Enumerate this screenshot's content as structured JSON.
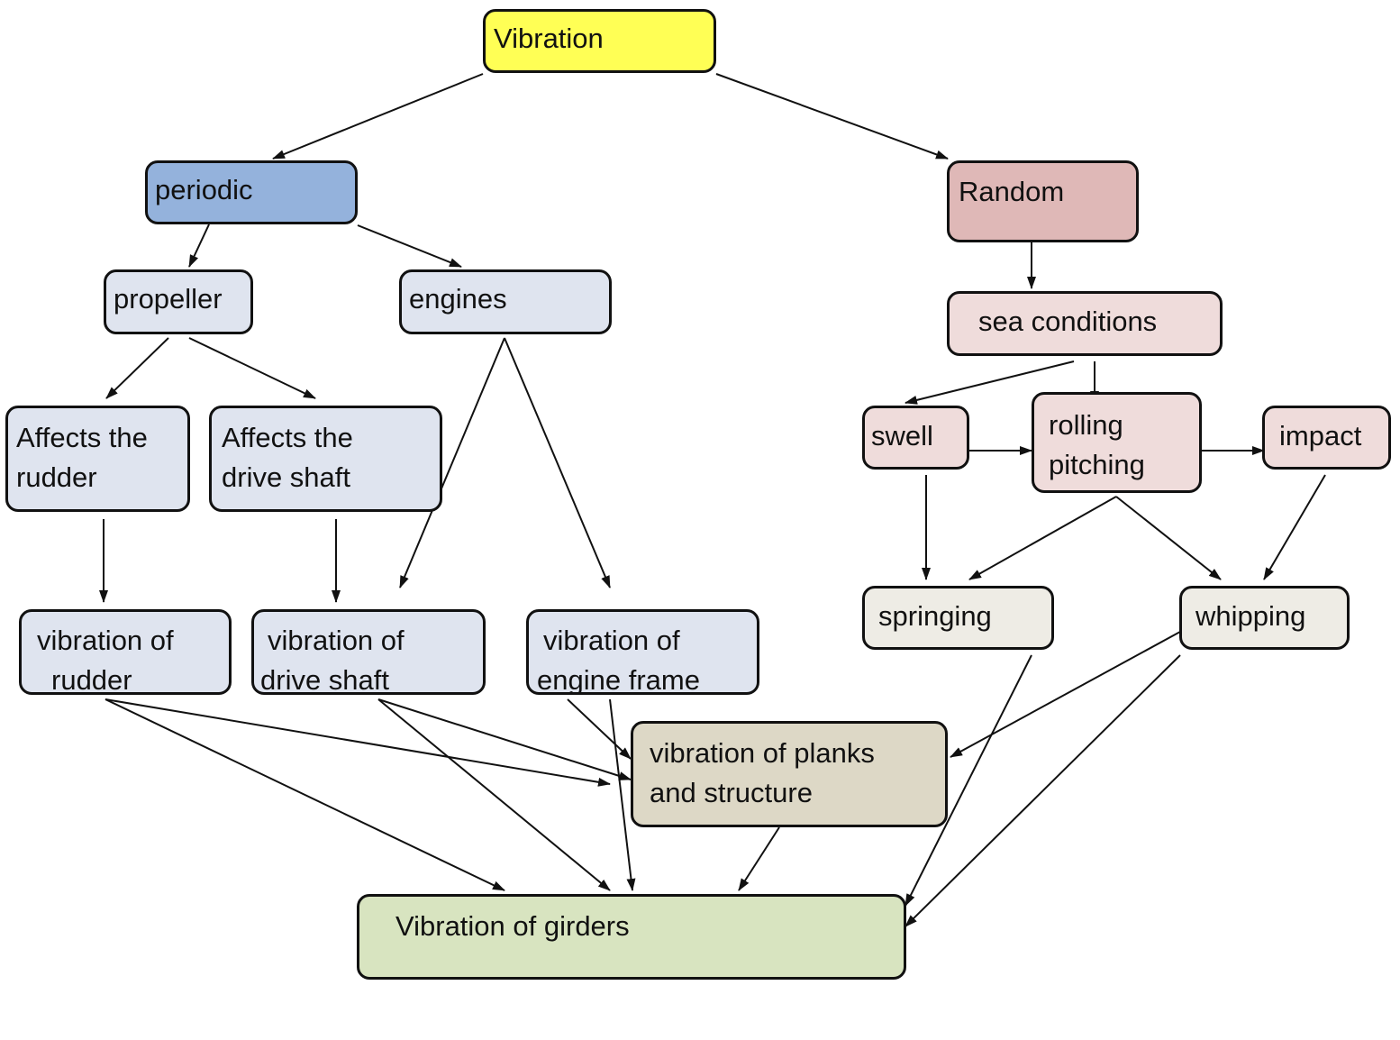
{
  "colors": {
    "vibration": "#ffff55",
    "periodic": "#94b2dc",
    "periodic_child": "#dfe4ef",
    "random": "#dfb8b7",
    "random_child": "#efdcdb",
    "response": "#eeece5",
    "planks": "#ddd8c6",
    "girders": "#d8e4c0",
    "border": "#111111"
  },
  "nodes": {
    "vibration": "Vibration",
    "periodic": "periodic",
    "random": "Random",
    "propeller": "propeller",
    "engines": "engines",
    "sea_conditions": "sea conditions",
    "affects_rudder": [
      "Affects the",
      "rudder"
    ],
    "affects_drive_shaft": [
      "Affects the",
      "drive shaft"
    ],
    "swell": "swell",
    "rolling_pitching": [
      "rolling",
      "pitching"
    ],
    "impact": "impact",
    "vibration_rudder": [
      "vibration of",
      "rudder"
    ],
    "vibration_drive_shaft": [
      "vibration of",
      "drive shaft"
    ],
    "vibration_engine_frame": [
      "vibration of",
      "engine frame"
    ],
    "springing": "springing",
    "whipping": "whipping",
    "vibration_planks": [
      "vibration of planks",
      "and structure"
    ],
    "vibration_girders": "Vibration of girders"
  }
}
